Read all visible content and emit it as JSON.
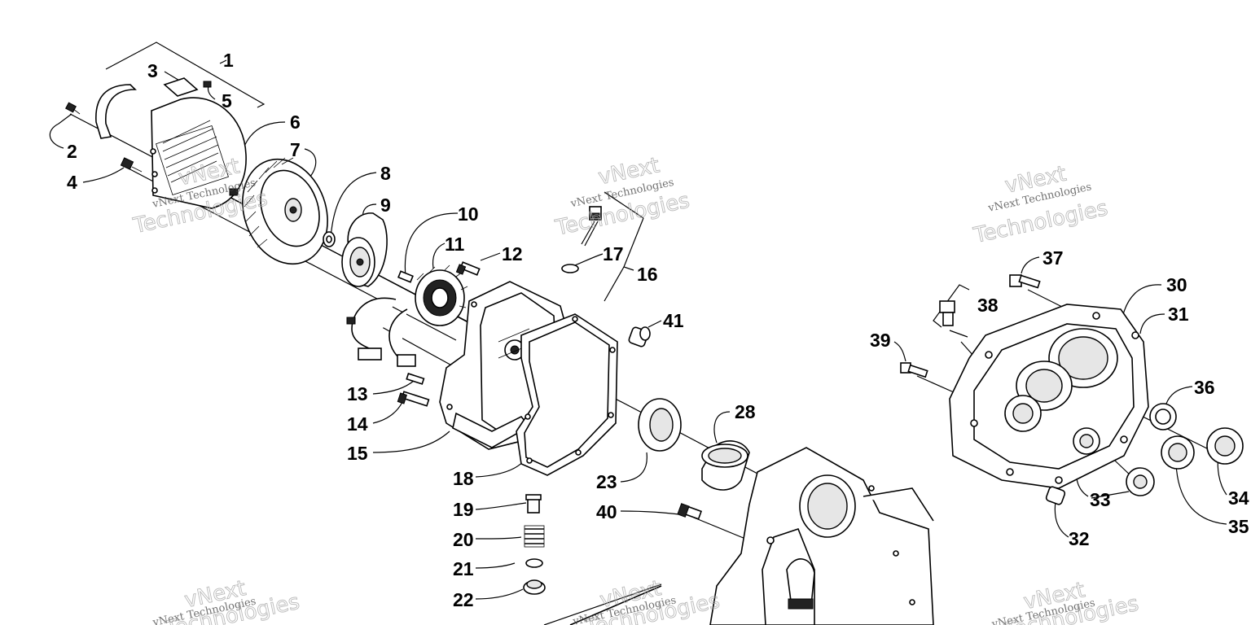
{
  "callouts": [
    {
      "id": "c1",
      "text": "1"
    },
    {
      "id": "c2",
      "text": "2"
    },
    {
      "id": "c3",
      "text": "3"
    },
    {
      "id": "c4",
      "text": "4"
    },
    {
      "id": "c5",
      "text": "5"
    },
    {
      "id": "c6",
      "text": "6"
    },
    {
      "id": "c7",
      "text": "7"
    },
    {
      "id": "c8",
      "text": "8"
    },
    {
      "id": "c9",
      "text": "9"
    },
    {
      "id": "c10",
      "text": "10"
    },
    {
      "id": "c11",
      "text": "11"
    },
    {
      "id": "c12",
      "text": "12"
    },
    {
      "id": "c13",
      "text": "13"
    },
    {
      "id": "c14",
      "text": "14"
    },
    {
      "id": "c15",
      "text": "15"
    },
    {
      "id": "c16",
      "text": "16"
    },
    {
      "id": "c17",
      "text": "17"
    },
    {
      "id": "c18",
      "text": "18"
    },
    {
      "id": "c19",
      "text": "19"
    },
    {
      "id": "c20",
      "text": "20"
    },
    {
      "id": "c21",
      "text": "21"
    },
    {
      "id": "c22",
      "text": "22"
    },
    {
      "id": "c23",
      "text": "23"
    },
    {
      "id": "c28",
      "text": "28"
    },
    {
      "id": "c30",
      "text": "30"
    },
    {
      "id": "c31",
      "text": "31"
    },
    {
      "id": "c32",
      "text": "32"
    },
    {
      "id": "c33",
      "text": "33"
    },
    {
      "id": "c34",
      "text": "34"
    },
    {
      "id": "c35",
      "text": "35"
    },
    {
      "id": "c36",
      "text": "36"
    },
    {
      "id": "c37",
      "text": "37"
    },
    {
      "id": "c38",
      "text": "38"
    },
    {
      "id": "c39",
      "text": "39"
    },
    {
      "id": "c40",
      "text": "40"
    },
    {
      "id": "c41",
      "text": "41"
    }
  ],
  "watermark": {
    "line_small": "vNext Technologies",
    "word_top": "vNext",
    "word_bottom": "Technologies"
  }
}
